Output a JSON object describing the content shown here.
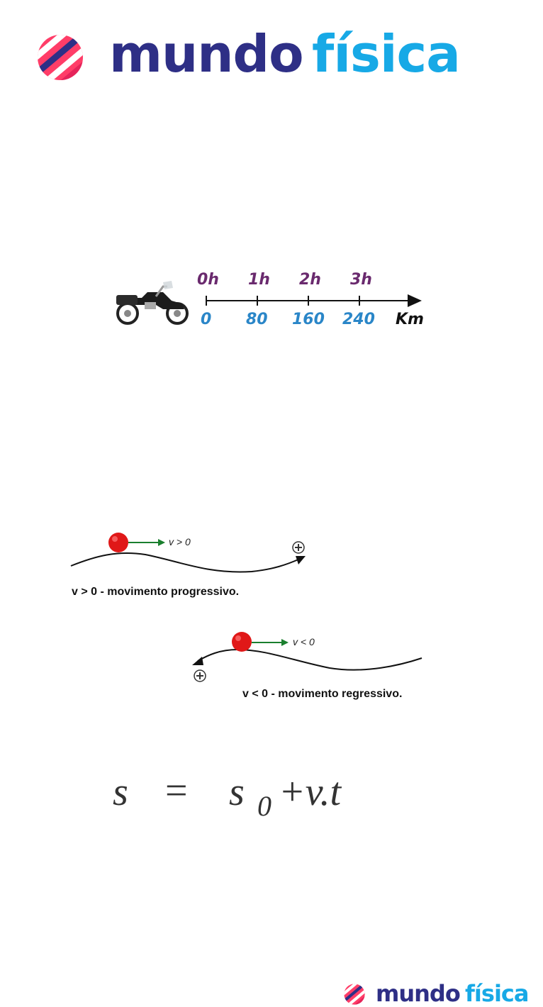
{
  "brand": {
    "word1": "mundo",
    "word2": "física",
    "color1": "#2e2f86",
    "color2": "#17a9e6",
    "logo_colors": [
      "#ff3d68",
      "#e5245a",
      "#2e2f86"
    ]
  },
  "timeline": {
    "times": [
      "0h",
      "1h",
      "2h",
      "3h"
    ],
    "positions": [
      "0",
      "80",
      "160",
      "240"
    ],
    "unit": "Km",
    "time_color": "#6a2a6e",
    "position_color": "#2a86c8",
    "vehicle_icon": "motorcycle-icon"
  },
  "progressive": {
    "velocity_label": "v > 0",
    "caption": "v > 0 - movimento progressivo.",
    "direction_symbol": "+"
  },
  "regressive": {
    "velocity_label": "v < 0",
    "caption": "v < 0 - movimento regressivo.",
    "direction_symbol": "+"
  },
  "formula": {
    "lhs": "s",
    "eq": "=",
    "s": "s",
    "sub": "0",
    "rest": "+v.t"
  }
}
